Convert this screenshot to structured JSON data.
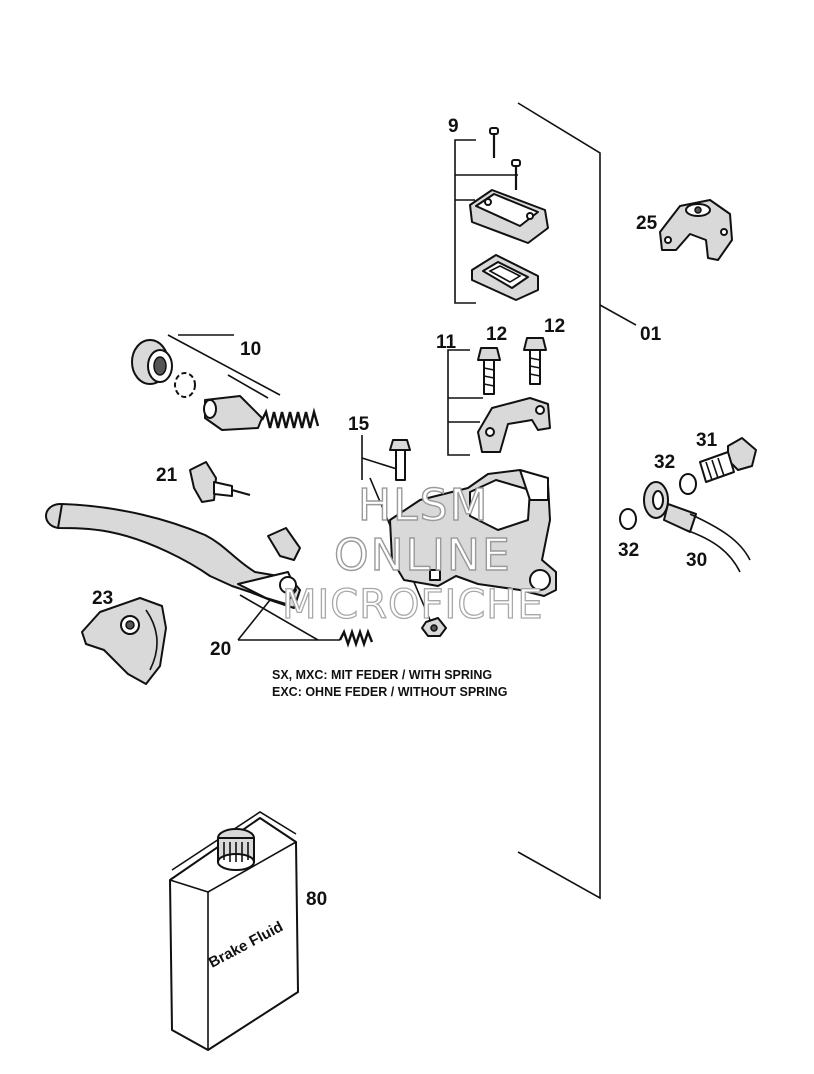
{
  "diagram": {
    "callouts": {
      "c01": "01",
      "c9": "9",
      "c10": "10",
      "c11": "11",
      "c12a": "12",
      "c12b": "12",
      "c15": "15",
      "c20": "20",
      "c21": "21",
      "c23": "23",
      "c25": "25",
      "c30": "30",
      "c31": "31",
      "c32a": "32",
      "c32b": "32",
      "c80": "80"
    },
    "notes": {
      "line1": "SX, MXC: MIT FEDER / WITH SPRING",
      "line2": "EXC: OHNE FEDER / WITHOUT SPRING"
    },
    "can_label": "Brake Fluid",
    "watermark": {
      "line1": "HLSM",
      "line2": "ONLINE",
      "line3": "MICROFICHE"
    }
  }
}
